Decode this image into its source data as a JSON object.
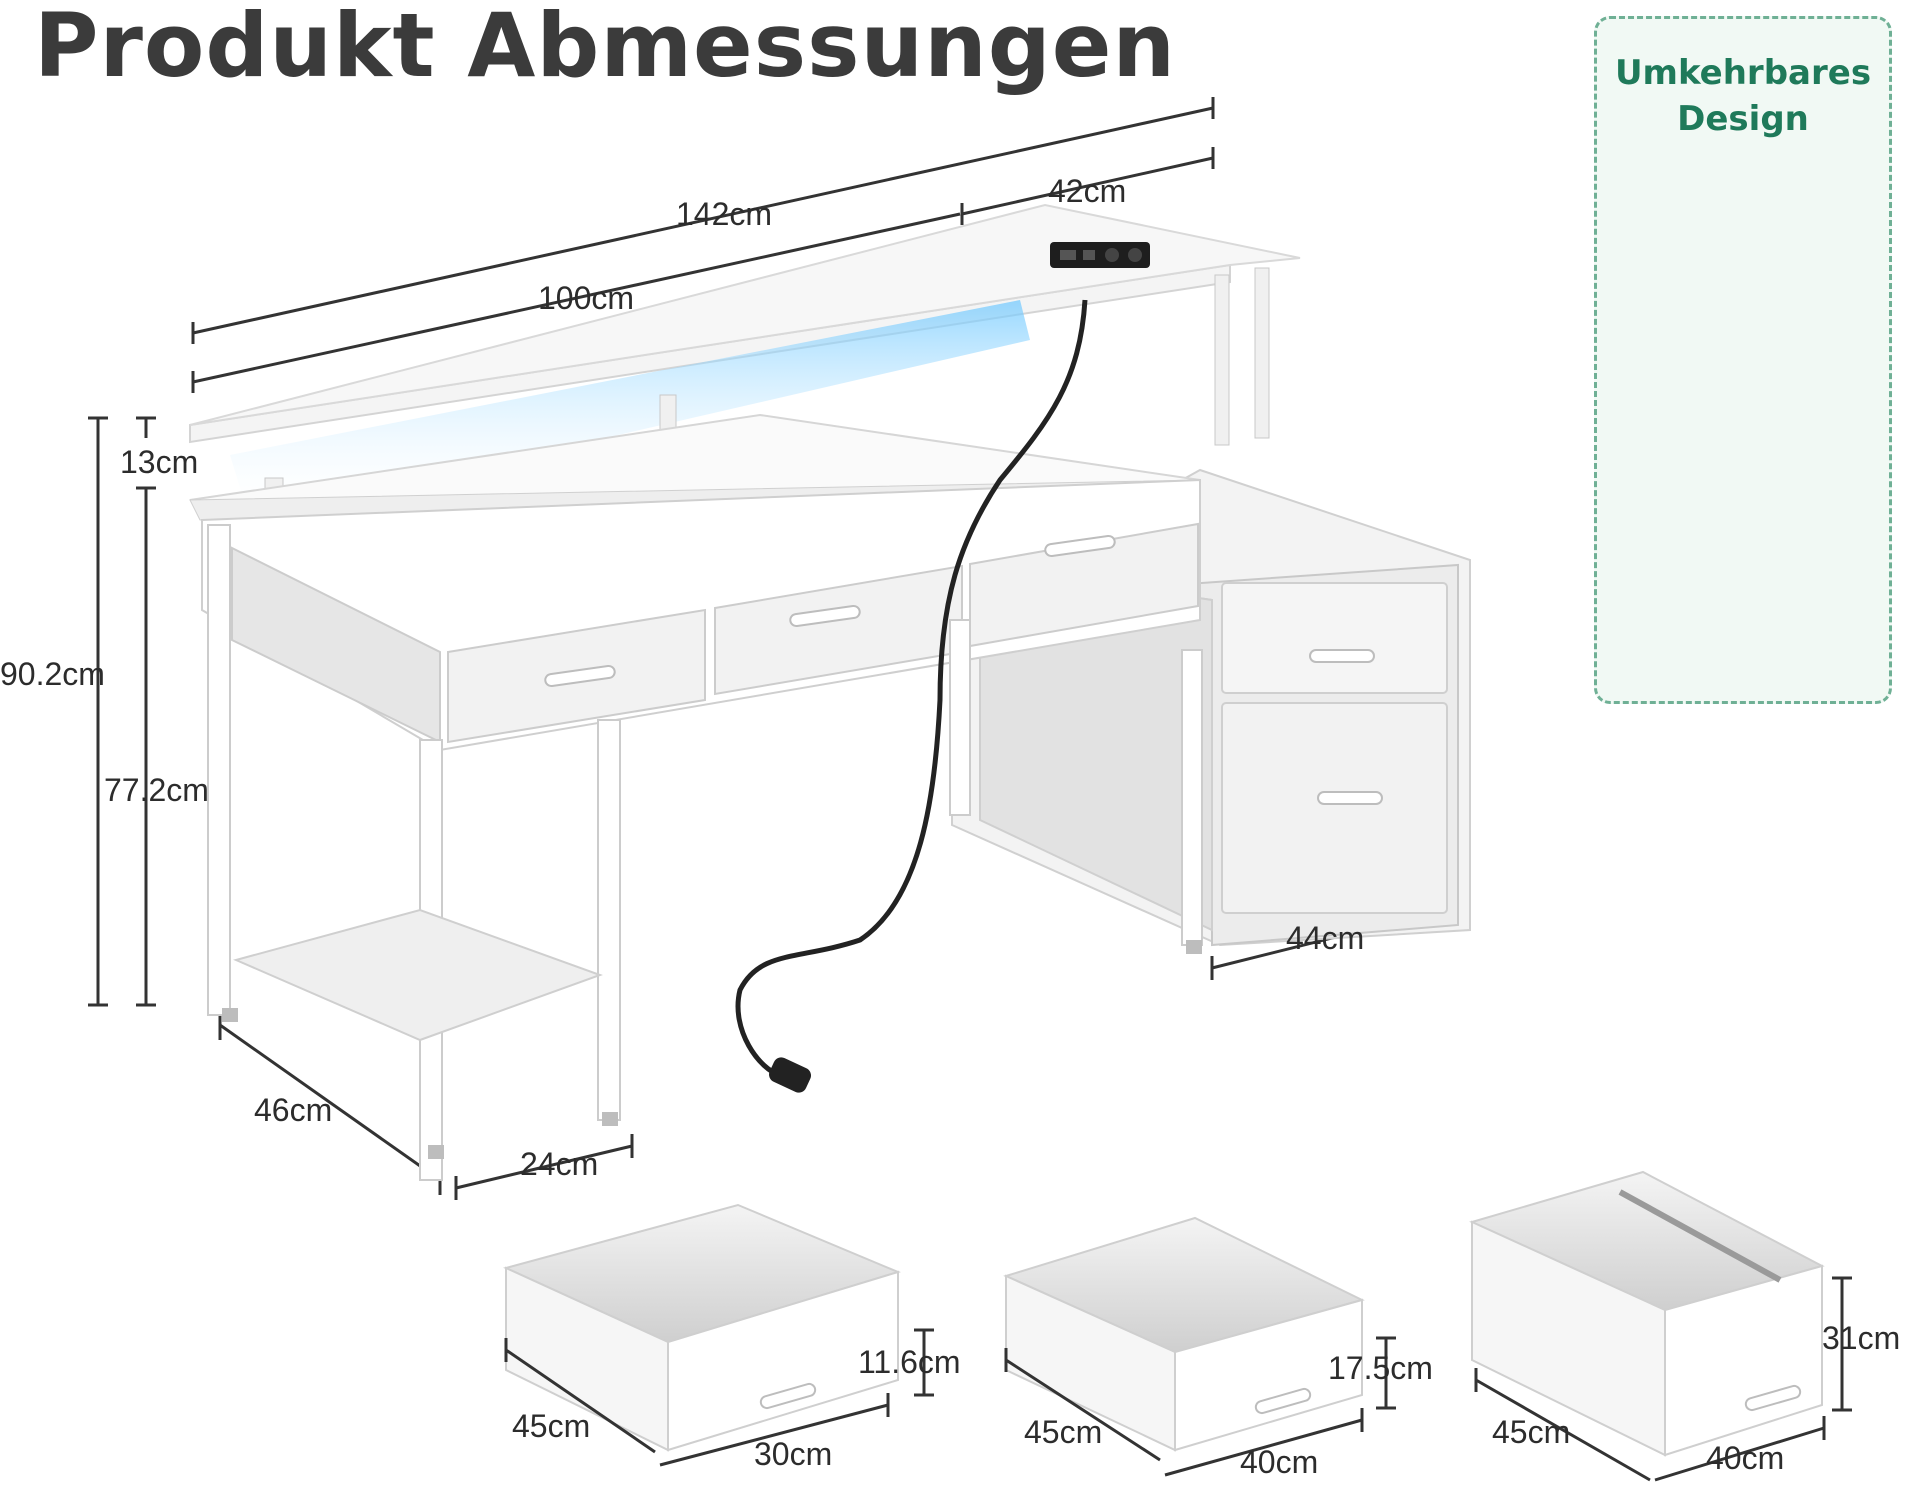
{
  "title": "Produkt Abmessungen",
  "reversible": {
    "title": "Umkehrbares Design",
    "swap_icon": "swap-arrows-icon",
    "accent": "#1f7a5a",
    "cabinet_color": "#9ed8c2"
  },
  "desk_dimensions": {
    "total_width": "142cm",
    "desk_width": "100cm",
    "cabinet_width": "42cm",
    "shelf_height": "13cm",
    "total_height": "90.2cm",
    "desk_height": "77.2cm",
    "depth": "46cm",
    "bottom_shelf_depth": "24cm",
    "cabinet_depth": "44cm"
  },
  "drawers": [
    {
      "name": "small-drawer",
      "depth": "45cm",
      "width": "30cm",
      "height": "11.6cm"
    },
    {
      "name": "medium-drawer",
      "depth": "45cm",
      "width": "40cm",
      "height": "17.5cm"
    },
    {
      "name": "file-drawer",
      "depth": "45cm",
      "width": "40cm",
      "height": "31cm"
    }
  ]
}
